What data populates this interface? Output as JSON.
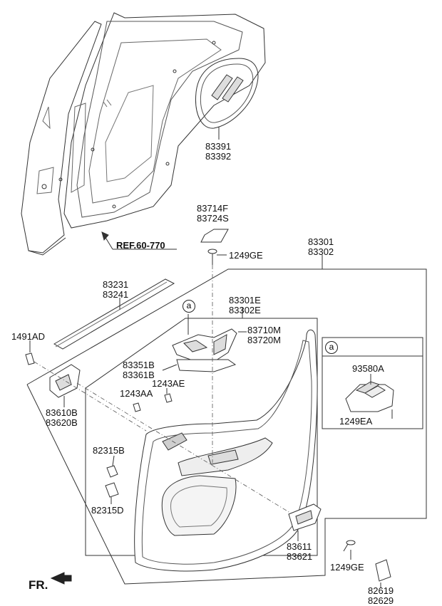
{
  "labels": {
    "p83391": "83391",
    "p83392": "83392",
    "p83714f": "83714F",
    "p83724s": "83724S",
    "ref": "REF.60-770",
    "p1249ge_top": "1249GE",
    "p83301": "83301",
    "p83302": "83302",
    "p83231": "83231",
    "p83241": "83241",
    "p83301e": "83301E",
    "p83302e": "83302E",
    "p83710m": "83710M",
    "p83720m": "83720M",
    "p1491ad": "1491AD",
    "p83351b": "83351B",
    "p83361b": "83361B",
    "p1243ae": "1243AE",
    "p1243aa": "1243AA",
    "p83610b": "83610B",
    "p83620b": "83620B",
    "p93580a": "93580A",
    "p1249ea": "1249EA",
    "p82315b": "82315B",
    "p82315d": "82315D",
    "p83611": "83611",
    "p83621": "83621",
    "p1249ge_bottom": "1249GE",
    "p82619": "82619",
    "p82629": "82629",
    "callout_a_1": "a",
    "callout_a_2": "a",
    "fr": "FR."
  }
}
